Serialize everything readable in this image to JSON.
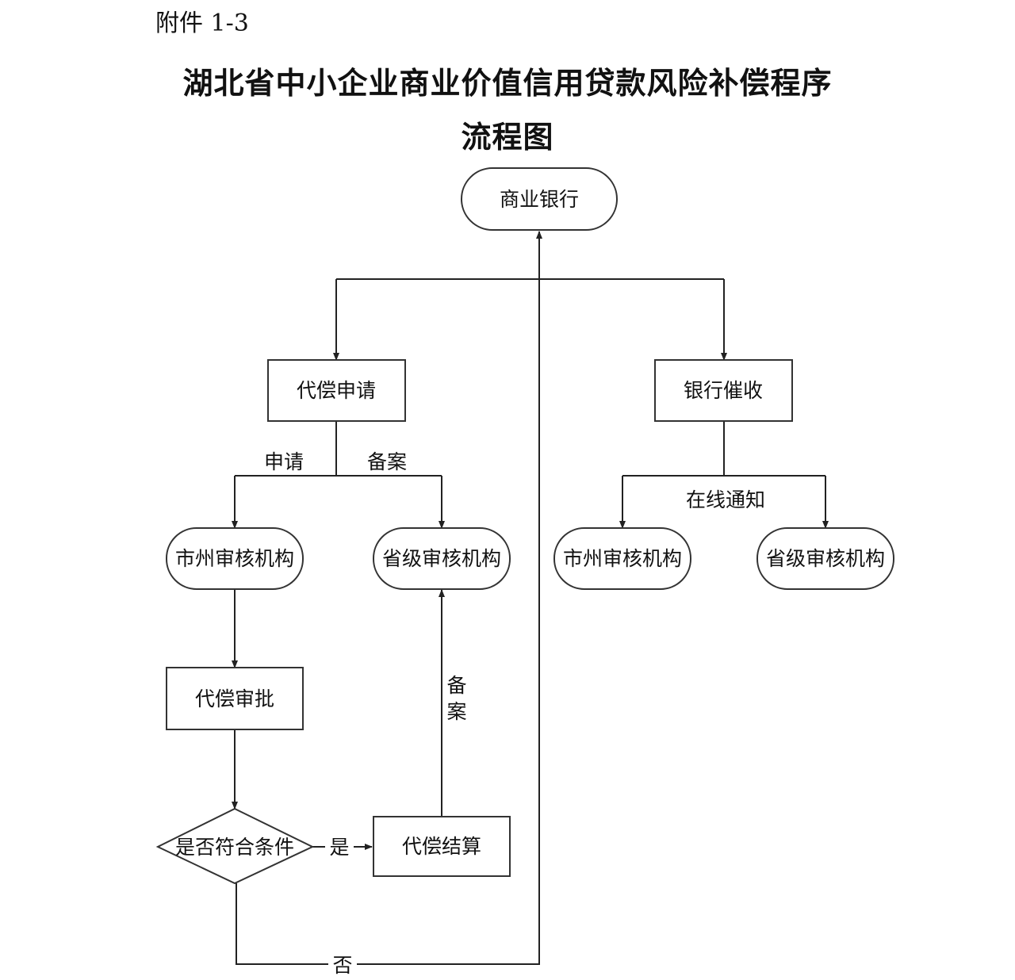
{
  "header": {
    "attachment": "附件 1-3",
    "title_line1": "湖北省中小企业商业价值信用贷款风险补偿程序",
    "title_line2": "流程图"
  },
  "nodes": {
    "bank": "商业银行",
    "compensation_apply": "代偿申请",
    "bank_collection": "银行催收",
    "city_review_left": "市州审核机构",
    "province_review_left": "省级审核机构",
    "city_review_right": "市州审核机构",
    "province_review_right": "省级审核机构",
    "compensation_approve": "代偿审批",
    "condition": "是否符合条件",
    "compensation_settle": "代偿结算"
  },
  "edge_labels": {
    "apply": "申请",
    "filing_top": "备案",
    "online_notice": "在线通知",
    "filing_vertical": [
      "备",
      "案"
    ],
    "yes": "是",
    "no": "否"
  }
}
